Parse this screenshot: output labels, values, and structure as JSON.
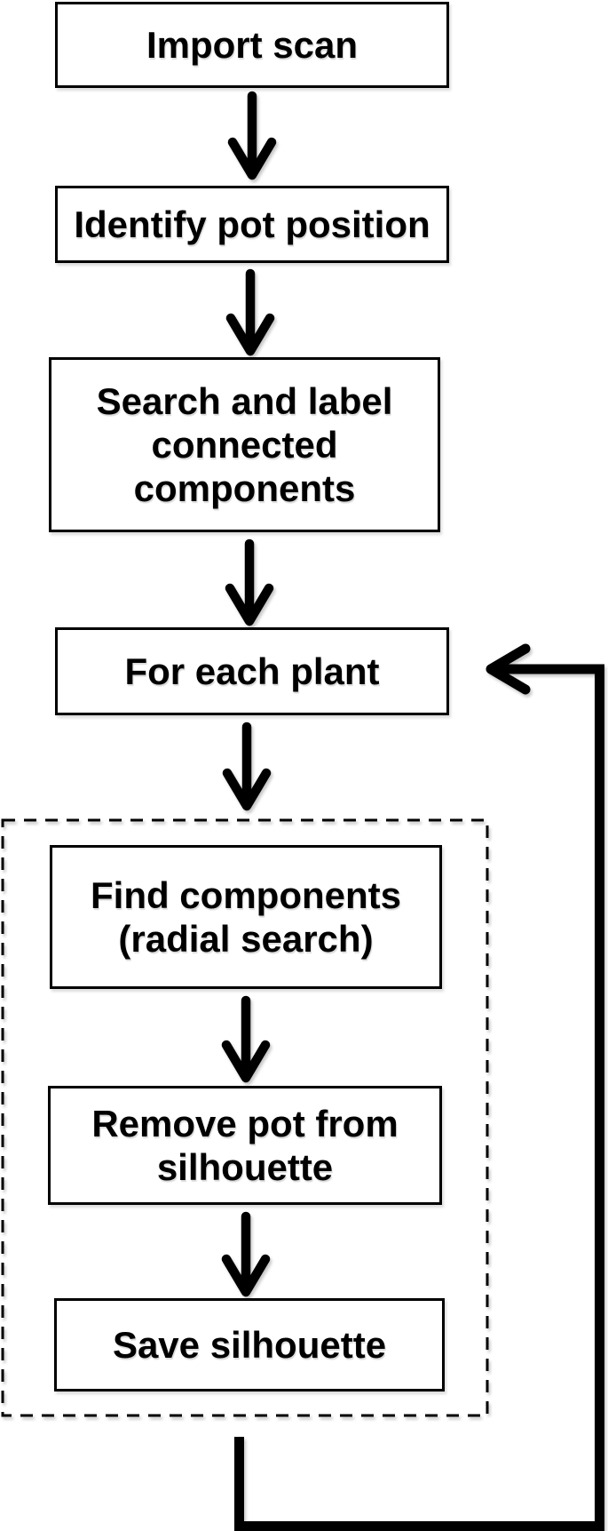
{
  "flowchart": {
    "nodes": {
      "import_scan": {
        "label": "Import scan"
      },
      "identify_pot_position": {
        "label": "Identify pot position"
      },
      "search_and_label": {
        "label": [
          "Search and label",
          "connected",
          "components"
        ]
      },
      "for_each_plant": {
        "label": "For each plant"
      },
      "find_components": {
        "label": [
          "Find components",
          "(radial search)"
        ]
      },
      "remove_pot": {
        "label": [
          "Remove pot from",
          "silhouette"
        ]
      },
      "save_silhouette": {
        "label": "Save silhouette"
      }
    },
    "edges": [
      {
        "from": "import_scan",
        "to": "identify_pot_position",
        "type": "arrow-down"
      },
      {
        "from": "identify_pot_position",
        "to": "search_and_label",
        "type": "arrow-down"
      },
      {
        "from": "search_and_label",
        "to": "for_each_plant",
        "type": "arrow-down"
      },
      {
        "from": "for_each_plant",
        "to": "find_components",
        "type": "arrow-down"
      },
      {
        "from": "find_components",
        "to": "remove_pot",
        "type": "arrow-down"
      },
      {
        "from": "remove_pot",
        "to": "save_silhouette",
        "type": "arrow-down"
      },
      {
        "from": "save_silhouette",
        "to": "for_each_plant",
        "type": "loop-back-right"
      }
    ],
    "loop_group": {
      "style": "dashed-rectangle",
      "contains": [
        "find_components",
        "remove_pot",
        "save_silhouette"
      ]
    },
    "colors": {
      "line": "#000000",
      "box_border": "#000000",
      "box_fill": "#ffffff",
      "background": "#ffffff",
      "text": "#000000"
    }
  }
}
